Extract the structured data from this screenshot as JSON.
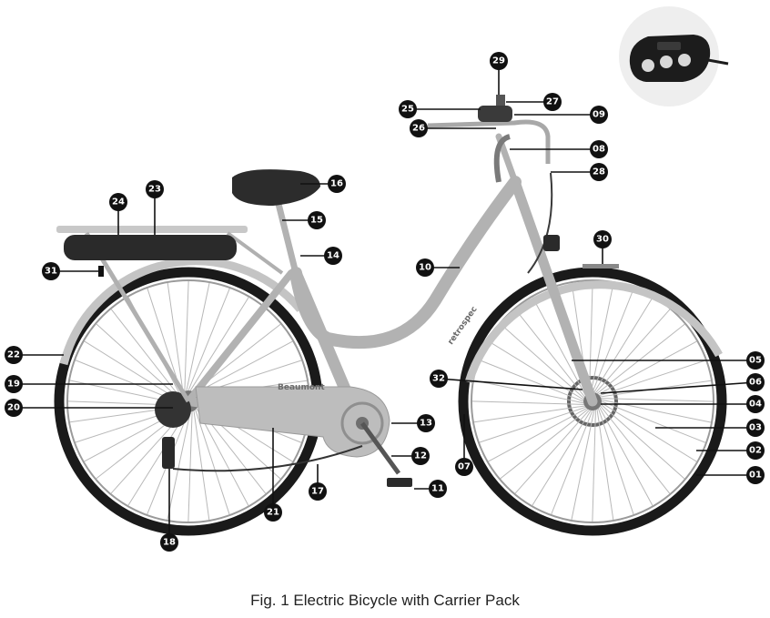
{
  "caption": "Fig. 1 Electric Bicycle with Carrier Pack",
  "frame_text": {
    "brand": "retrospec",
    "model": "Beaumont"
  },
  "callouts": [
    "01",
    "02",
    "03",
    "04",
    "05",
    "06",
    "07",
    "08",
    "09",
    "10",
    "11",
    "12",
    "13",
    "14",
    "15",
    "16",
    "17",
    "18",
    "19",
    "20",
    "21",
    "22",
    "23",
    "24",
    "25",
    "26",
    "27",
    "28",
    "29",
    "30",
    "31",
    "32"
  ],
  "colors": {
    "frame": "#b2b2b2",
    "tire": "#1a1a1a",
    "badge": "#111111",
    "battery": "#2a2a2a"
  }
}
